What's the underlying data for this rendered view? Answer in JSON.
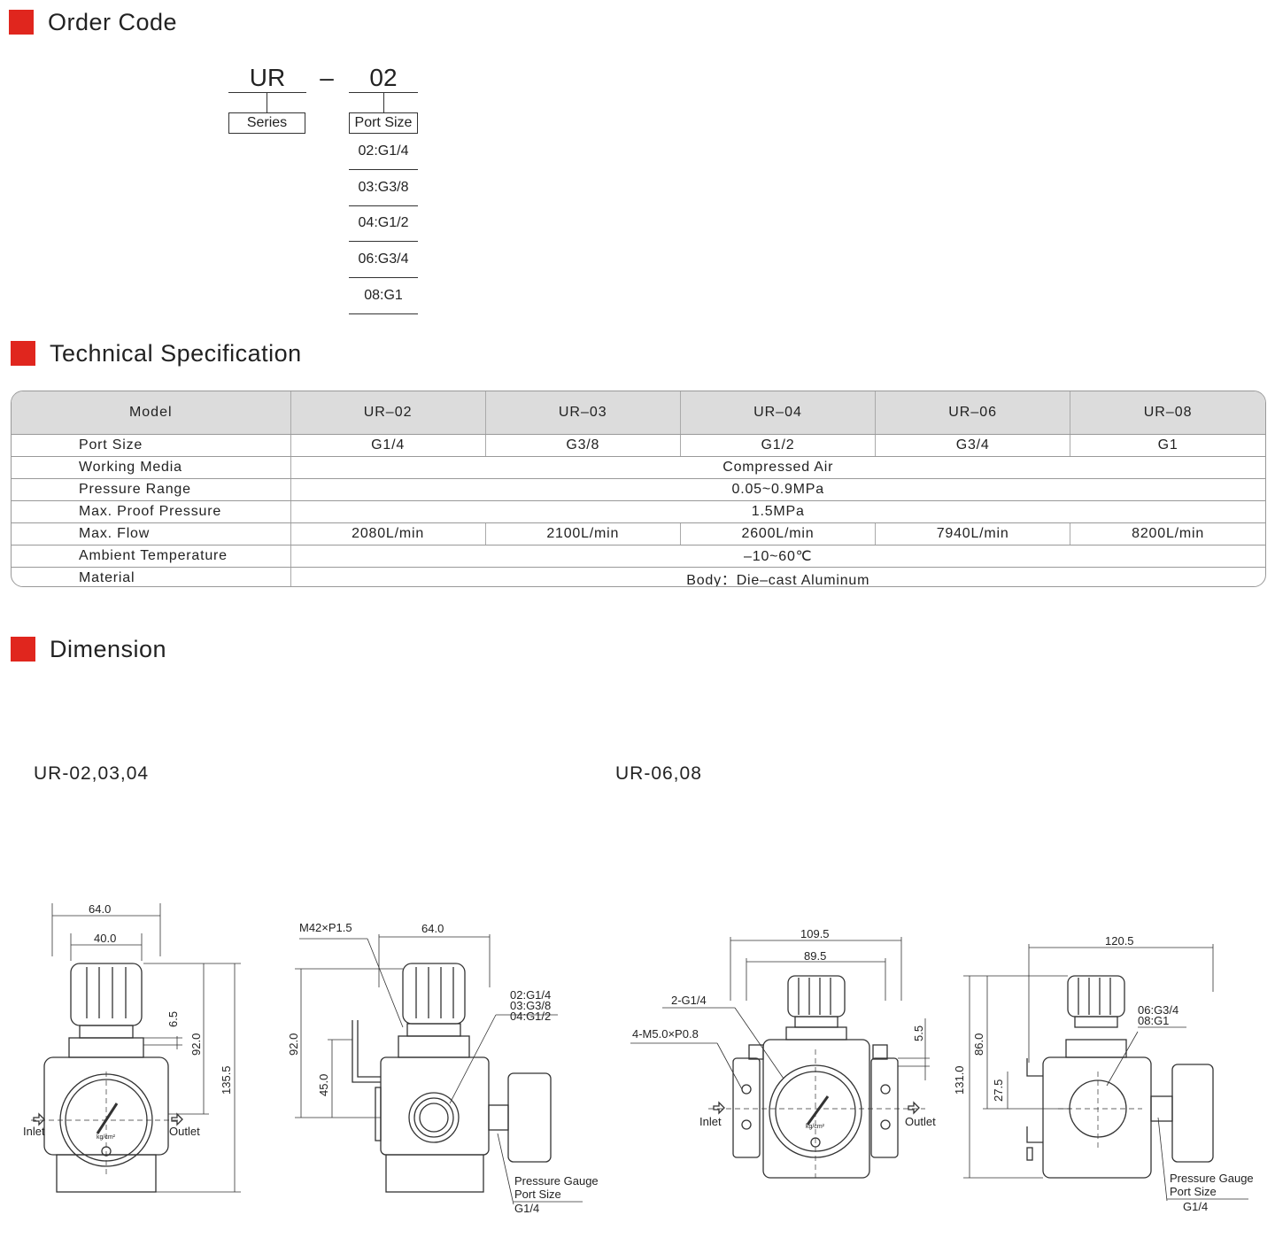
{
  "sections": {
    "order_code": "Order Code",
    "tech_spec": "Technical Specification",
    "dimension": "Dimension"
  },
  "order_code": {
    "series_code": "UR",
    "dash": "–",
    "port_code": "02",
    "series_label": "Series",
    "port_label": "Port Size",
    "options": [
      "02:G1/4",
      "03:G3/8",
      "04:G1/2",
      "06:G3/4",
      "08:G1"
    ]
  },
  "spec_table": {
    "headers": [
      "Model",
      "UR–02",
      "UR–03",
      "UR–04",
      "UR–06",
      "UR–08"
    ],
    "rows": [
      {
        "label": "Port Size",
        "cells": [
          "G1/4",
          "G3/8",
          "G1/2",
          "G3/4",
          "G1"
        ]
      },
      {
        "label": "Working Media",
        "span": "Compressed Air"
      },
      {
        "label": "Pressure Range",
        "span": "0.05~0.9MPa"
      },
      {
        "label": "Max. Proof Pressure",
        "span": "1.5MPa"
      },
      {
        "label": "Max. Flow",
        "cells": [
          "2080L/min",
          "2100L/min",
          "2600L/min",
          "7940L/min",
          "8200L/min"
        ]
      },
      {
        "label": "Ambient Temperature",
        "span": "–10~60℃"
      },
      {
        "label": "Material",
        "span": "Body：Die–cast Aluminum"
      }
    ]
  },
  "dimension": {
    "left_group": {
      "title": "UR-02,03,04",
      "front": {
        "w_outer": "64.0",
        "w_inner": "40.0",
        "h1": "6.5",
        "h2": "92.0",
        "h3": "135.5",
        "inlet": "Inlet",
        "outlet": "Outlet",
        "unit": "kg/cm²"
      },
      "side": {
        "thread": "M42×P1.5",
        "width": "64.0",
        "h1": "92.0",
        "h2": "45.0",
        "ports": [
          "02:G1/4",
          "03:G3/8",
          "04:G1/2"
        ],
        "gauge_note": [
          "Pressure Gauge",
          "Port Size",
          "G1/4"
        ]
      }
    },
    "right_group": {
      "title": "UR-06,08",
      "front": {
        "w_outer": "109.5",
        "w_inner": "89.5",
        "port": "2-G1/4",
        "holes": "4-M5.0×P0.8",
        "h1": "5.5",
        "inlet": "Inlet",
        "outlet": "Outlet",
        "unit": "kg/cm²"
      },
      "side": {
        "width": "120.5",
        "h1": "86.0",
        "h2": "27.5",
        "h3": "131.0",
        "ports": [
          "06:G3/4",
          "08:G1"
        ],
        "gauge_note": [
          "Pressure Gauge",
          "Port Size",
          "G1/4"
        ]
      }
    }
  }
}
